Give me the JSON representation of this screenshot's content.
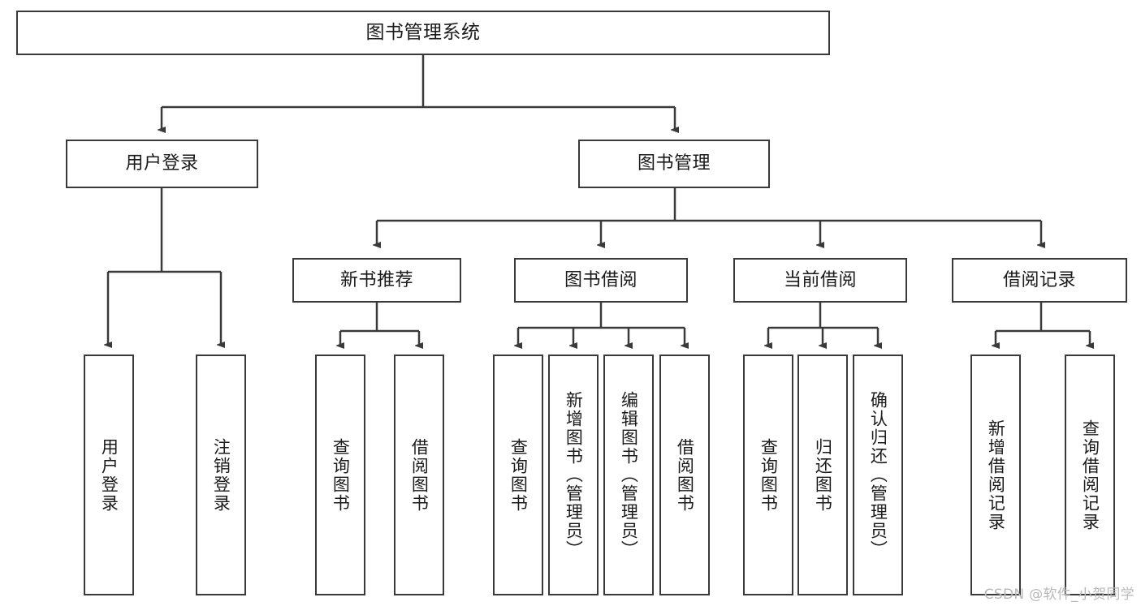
{
  "diagram": {
    "title_node": {
      "label": "图书管理系统"
    },
    "level1": [
      {
        "id": "user-login",
        "label": "用户登录"
      },
      {
        "id": "book-manage",
        "label": "图书管理"
      }
    ],
    "level2": [
      {
        "id": "new-book-recommend",
        "label": "新书推荐"
      },
      {
        "id": "book-borrow",
        "label": "图书借阅"
      },
      {
        "id": "current-borrow",
        "label": "当前借阅"
      },
      {
        "id": "borrow-record",
        "label": "借阅记录"
      }
    ],
    "leaves": {
      "user_login": [
        {
          "id": "leaf-user-login",
          "label": "用户登录"
        },
        {
          "id": "leaf-logout",
          "label": "注销登录"
        }
      ],
      "new_book_recommend": [
        {
          "id": "leaf-query-book-1",
          "label": "查询图书"
        },
        {
          "id": "leaf-borrow-book-1",
          "label": "借阅图书"
        }
      ],
      "book_borrow": [
        {
          "id": "leaf-query-book-2",
          "label": "查询图书"
        },
        {
          "id": "leaf-add-book",
          "label": "新增图书（管理员）"
        },
        {
          "id": "leaf-edit-book",
          "label": "编辑图书（管理员）"
        },
        {
          "id": "leaf-borrow-book-2",
          "label": "借阅图书"
        }
      ],
      "current_borrow": [
        {
          "id": "leaf-query-book-3",
          "label": "查询图书"
        },
        {
          "id": "leaf-return-book",
          "label": "归还图书"
        },
        {
          "id": "leaf-confirm-return",
          "label": "确认归还（管理员）"
        }
      ],
      "borrow_record": [
        {
          "id": "leaf-add-record",
          "label": "新增借阅记录"
        },
        {
          "id": "leaf-query-record",
          "label": "查询借阅记录"
        }
      ]
    }
  },
  "watermark": {
    "text": "CSDN @软件_小贺同学"
  },
  "colors": {
    "stroke": "#3a3a3a",
    "fill": "#ffffff",
    "text": "#1a1a1a",
    "watermark": "#b9b9b9"
  }
}
